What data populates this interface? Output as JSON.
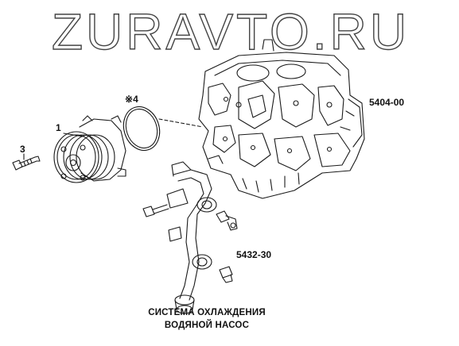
{
  "watermark": {
    "text": "ZURAVTO.RU"
  },
  "parts": {
    "water_pump": "1",
    "bolt": "3",
    "o_ring": "4",
    "o_ring_mark": "※",
    "engine_block": "5404-00",
    "coolant_pipe": "5432-30"
  },
  "caption": {
    "line1": "СИСТЕМА ОХЛАЖДЕНИЯ",
    "line2": "ВОДЯНОЙ НАСОС"
  },
  "colors": {
    "line": "#1a1a1a",
    "watermark_stroke": "#444444",
    "background": "#ffffff"
  }
}
